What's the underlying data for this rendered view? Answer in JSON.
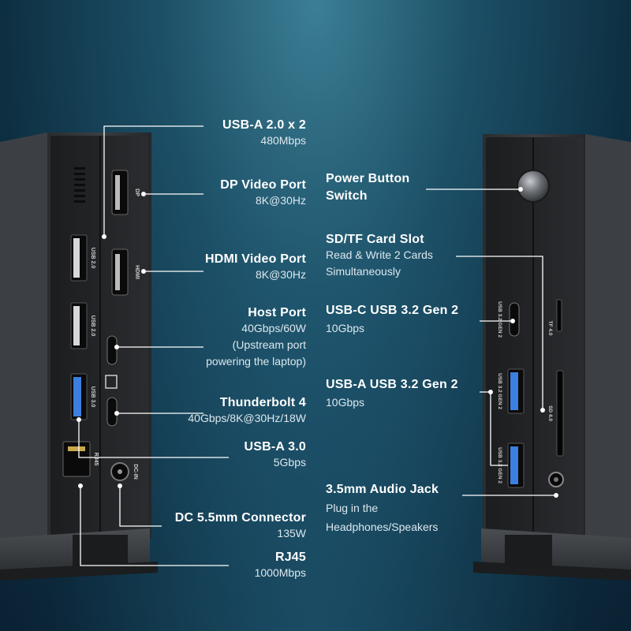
{
  "labels": {
    "usb_a_20": {
      "title": "USB-A 2.0 x 2",
      "sub": "480Mbps"
    },
    "dp_video": {
      "title": "DP Video Port",
      "sub": "8K@30Hz"
    },
    "hdmi_video": {
      "title": "HDMI Video Port",
      "sub": "8K@30Hz"
    },
    "host_port": {
      "title": "Host Port",
      "sub1": "40Gbps/60W",
      "sub2": "(Upstream port",
      "sub3": "powering the laptop)"
    },
    "thunderbolt4": {
      "title": "Thunderbolt 4",
      "sub": "40Gbps/8K@30Hz/18W"
    },
    "usb_a_30": {
      "title": "USB-A 3.0",
      "sub": "5Gbps"
    },
    "dc_connector": {
      "title": "DC 5.5mm Connector",
      "sub": "135W"
    },
    "rj45": {
      "title": "RJ45",
      "sub": "1000Mbps"
    },
    "power_button": {
      "title1": "Power Button",
      "title2": "Switch"
    },
    "sd_tf": {
      "title": "SD/TF Card Slot",
      "sub1": "Read & Write 2 Cards",
      "sub2": "Simultaneously"
    },
    "usb_c_32": {
      "title": "USB-C USB 3.2 Gen 2",
      "sub": "10Gbps"
    },
    "usb_a_32": {
      "title": "USB-A USB 3.2  Gen 2",
      "sub": "10Gbps"
    },
    "audio_jack": {
      "title": "3.5mm Audio Jack",
      "sub1": "Plug in the",
      "sub2": "Headphones/Speakers"
    }
  },
  "port_marks": {
    "dp": "DP",
    "hdmi": "HDMI",
    "usb20_a": "USB 2.0",
    "usb20_b": "USB 2.0",
    "usb30": "USB 3.0",
    "dcin": "DC-IN",
    "rj45": "RJ45",
    "usbc_gen2": "USB 3.2 GEN 2",
    "usba_gen2_a": "USB 3.2 GEN 2",
    "usba_gen2_b": "USB 3.2 GEN 2",
    "tf": "TF 4.0",
    "sd": "SD 4.0"
  },
  "colors": {
    "usb3_blue": "#3b7fe0",
    "line": "#ffffff"
  }
}
